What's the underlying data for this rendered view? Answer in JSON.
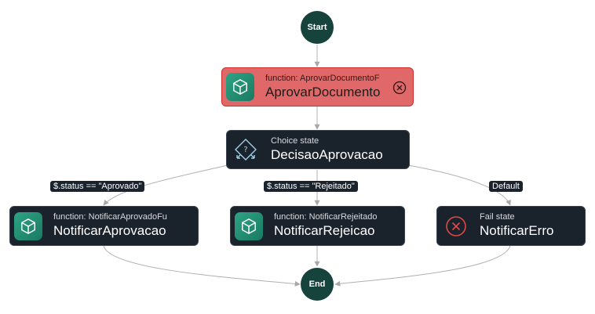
{
  "diagram": {
    "start_label": "Start",
    "end_label": "End",
    "nodes": {
      "aprovar": {
        "type_text": "function: AprovarDocumentoF",
        "title": "AprovarDocumento",
        "status": "error"
      },
      "decisao": {
        "type_text": "Choice state",
        "title": "DecisaoAprovacao"
      },
      "notificar_aprovacao": {
        "type_text": "function: NotificarAprovadoFu",
        "title": "NotificarAprovacao"
      },
      "notificar_rejeicao": {
        "type_text": "function: NotificarRejeitado",
        "title": "NotificarRejeicao"
      },
      "notificar_erro": {
        "type_text": "Fail state",
        "title": "NotificarErro"
      }
    },
    "edge_labels": {
      "aprovado": "$.status == \"Aprovado\"",
      "rejeitado": "$.status == \"Rejeitado\"",
      "default": "Default"
    },
    "icons": {
      "lambda": "cube-icon",
      "choice": "choice-icon",
      "fail": "fail-x-icon",
      "error_status": "error-status-icon"
    },
    "colors": {
      "terminal": "#17433d",
      "node_dark": "#1a222c",
      "node_error": "#e06868",
      "lambda_icon": "#1f8c70",
      "fail_icon": "#e04848",
      "edge": "#b0b0b0"
    }
  }
}
